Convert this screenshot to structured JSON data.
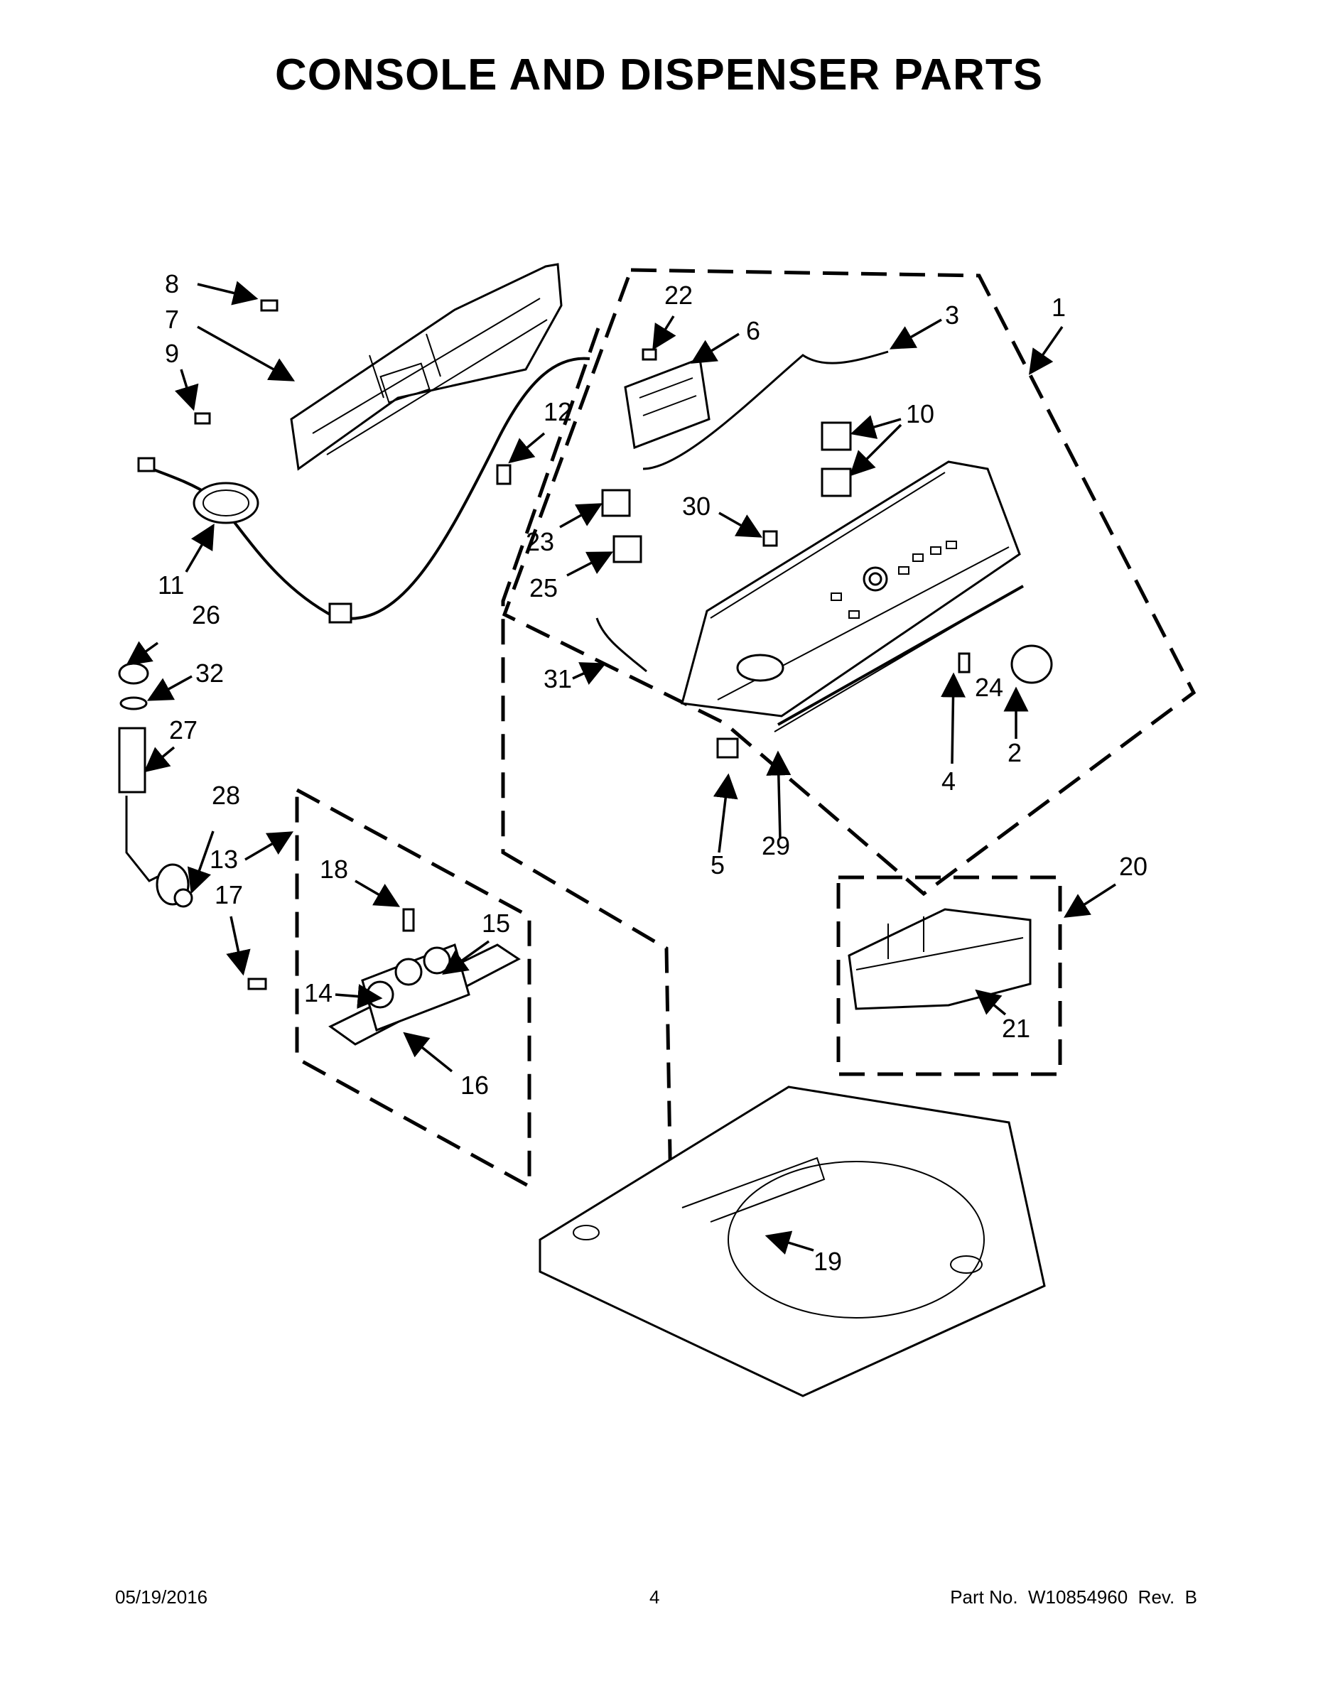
{
  "title": "CONSOLE AND DISPENSER PARTS",
  "footer": {
    "date": "05/19/2016",
    "page": "4",
    "part_number": "Part No.  W10854960  Rev.  B"
  },
  "callouts": {
    "c1": "1",
    "c2": "2",
    "c3": "3",
    "c4": "4",
    "c5": "5",
    "c6": "6",
    "c7": "7",
    "c8": "8",
    "c9": "9",
    "c10": "10",
    "c11": "11",
    "c12": "12",
    "c13": "13",
    "c14": "14",
    "c15": "15",
    "c16": "16",
    "c17": "17",
    "c18": "18",
    "c19": "19",
    "c20": "20",
    "c21": "21",
    "c22": "22",
    "c23": "23",
    "c24": "24",
    "c25": "25",
    "c26": "26",
    "c27": "27",
    "c28": "28",
    "c29": "29",
    "c30": "30",
    "c31": "31",
    "c32": "32"
  }
}
